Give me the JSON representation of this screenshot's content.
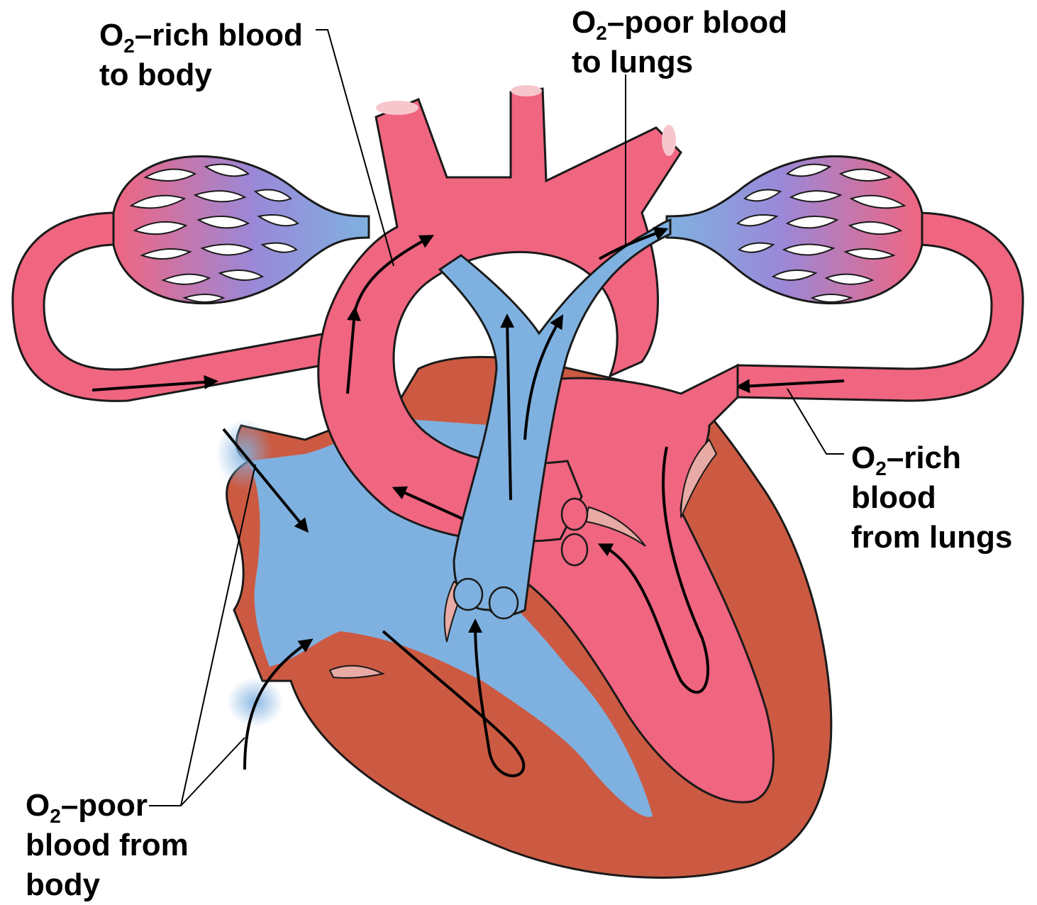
{
  "labels": {
    "rich_to_body": {
      "o": "O",
      "sub": "2",
      "rest1": "–rich blood",
      "line2": "to body"
    },
    "poor_to_lungs": {
      "o": "O",
      "sub": "2",
      "rest1": "–poor blood",
      "line2": "to lungs"
    },
    "rich_from_lungs": {
      "o": "O",
      "sub": "2",
      "rest1": "–rich",
      "line2": "blood",
      "line3": "from lungs"
    },
    "poor_from_body": {
      "o": "O",
      "sub": "2",
      "rest1": "–poor",
      "line2": "blood from",
      "line3": "body"
    }
  },
  "colors": {
    "oxygen_rich": "#f06580",
    "oxygen_poor": "#7fb1e0",
    "heart_muscle": "#cc5a42",
    "valve": "#e8aaa5",
    "capillary_mix": "#9a88d8",
    "outline": "#1a1a1a"
  }
}
